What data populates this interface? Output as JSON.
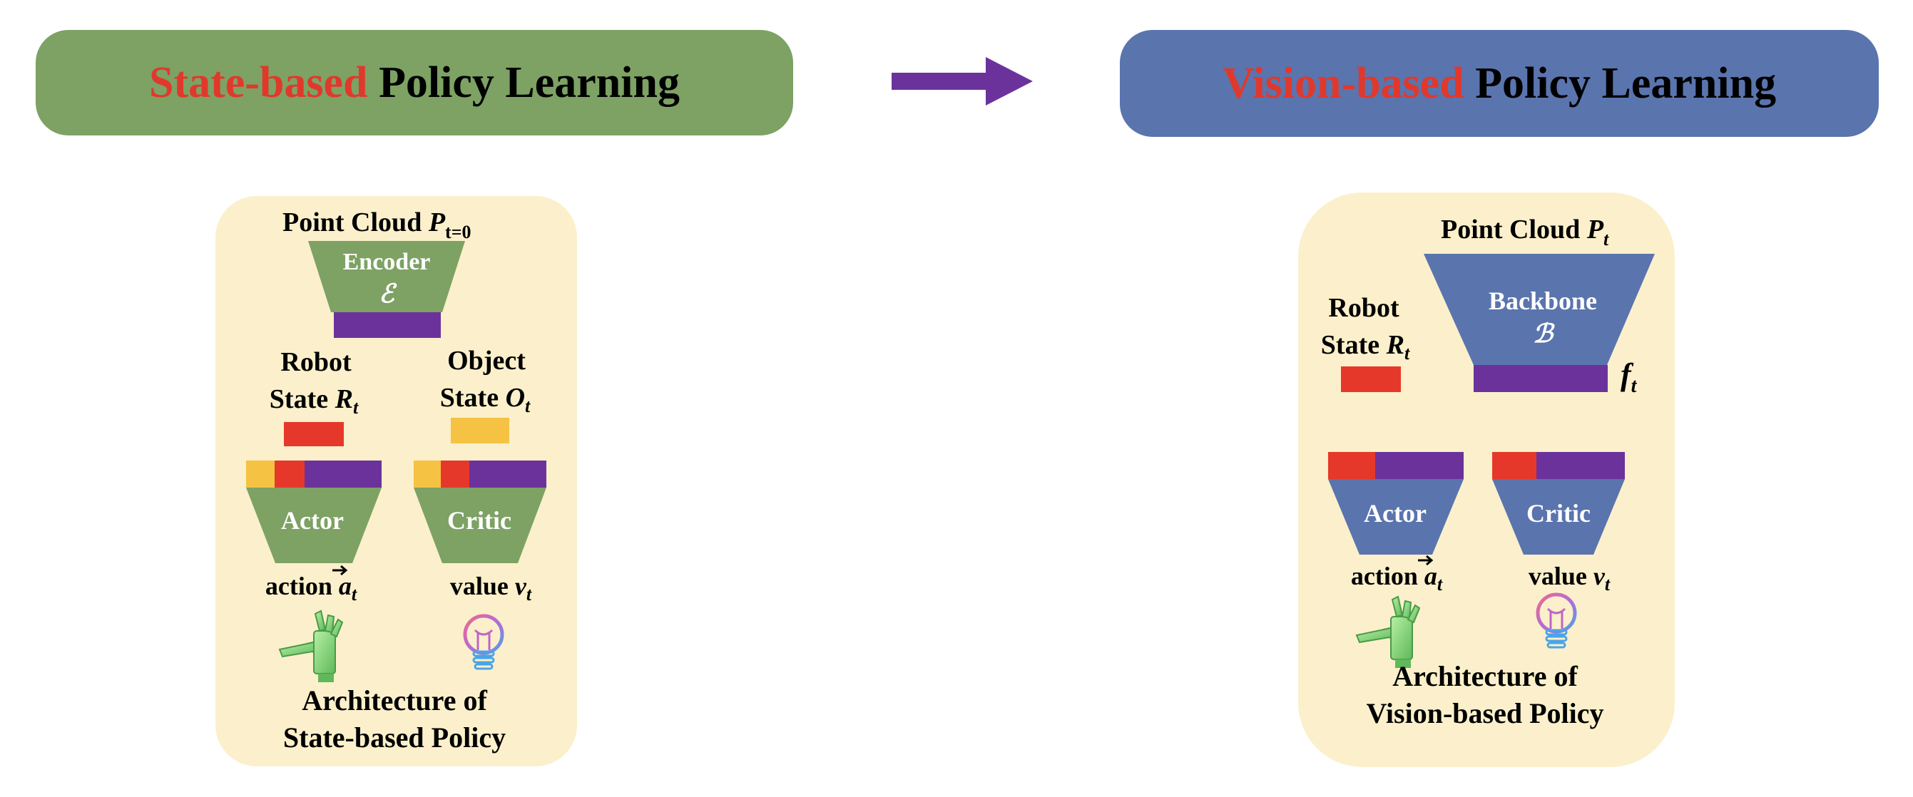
{
  "banners": {
    "left": {
      "highlight": "State-based",
      "rest": " Policy Learning"
    },
    "right": {
      "highlight": "Vision-based",
      "rest": " Policy Learning"
    }
  },
  "state_panel": {
    "point_cloud": "Point Cloud ",
    "point_cloud_var": "P",
    "point_cloud_sub": "t=0",
    "encoder": "Encoder",
    "encoder_sym": "ℰ",
    "robot_line1": "Robot",
    "robot_line2": "State ",
    "robot_var": "R",
    "object_line1": "Object",
    "object_line2": "State ",
    "object_var": "O",
    "sub_t": "t",
    "actor": "Actor",
    "critic": "Critic",
    "action": "action ",
    "action_var": "a",
    "value": "value ",
    "value_var": "v",
    "caption_line1": "Architecture of",
    "caption_line2": "State-based Policy"
  },
  "vision_panel": {
    "point_cloud": "Point Cloud ",
    "point_cloud_var": "P",
    "backbone": "Backbone",
    "backbone_sym": "ℬ",
    "feature_var": "f",
    "robot_line1": "Robot",
    "robot_line2": "State ",
    "robot_var": "R",
    "sub_t": "t",
    "actor": "Actor",
    "critic": "Critic",
    "action": "action ",
    "action_var": "a",
    "value": "value ",
    "value_var": "v",
    "caption_line1": "Architecture of",
    "caption_line2": "Vision-based Policy"
  },
  "colors": {
    "green": "#7da264",
    "blue": "#5a74ae",
    "purple": "#6c329c",
    "red": "#e6382a",
    "yellow": "#f5c243",
    "panel": "#fbf0cb",
    "highlight_text": "#e1382c"
  }
}
